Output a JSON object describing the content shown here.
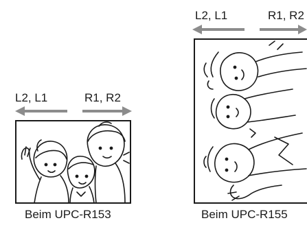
{
  "left": {
    "label_left": "L2, L1",
    "label_right": "R1, R2",
    "caption": "Beim UPC-R153"
  },
  "right": {
    "label_left": "L2, L1",
    "label_right": "R1, R2",
    "caption": "Beim UPC-R155"
  },
  "colors": {
    "arrow": "#8c8c8c",
    "line": "#1a1a1a"
  },
  "icons": [
    "arrow-left-icon",
    "arrow-right-icon",
    "children-illustration"
  ]
}
